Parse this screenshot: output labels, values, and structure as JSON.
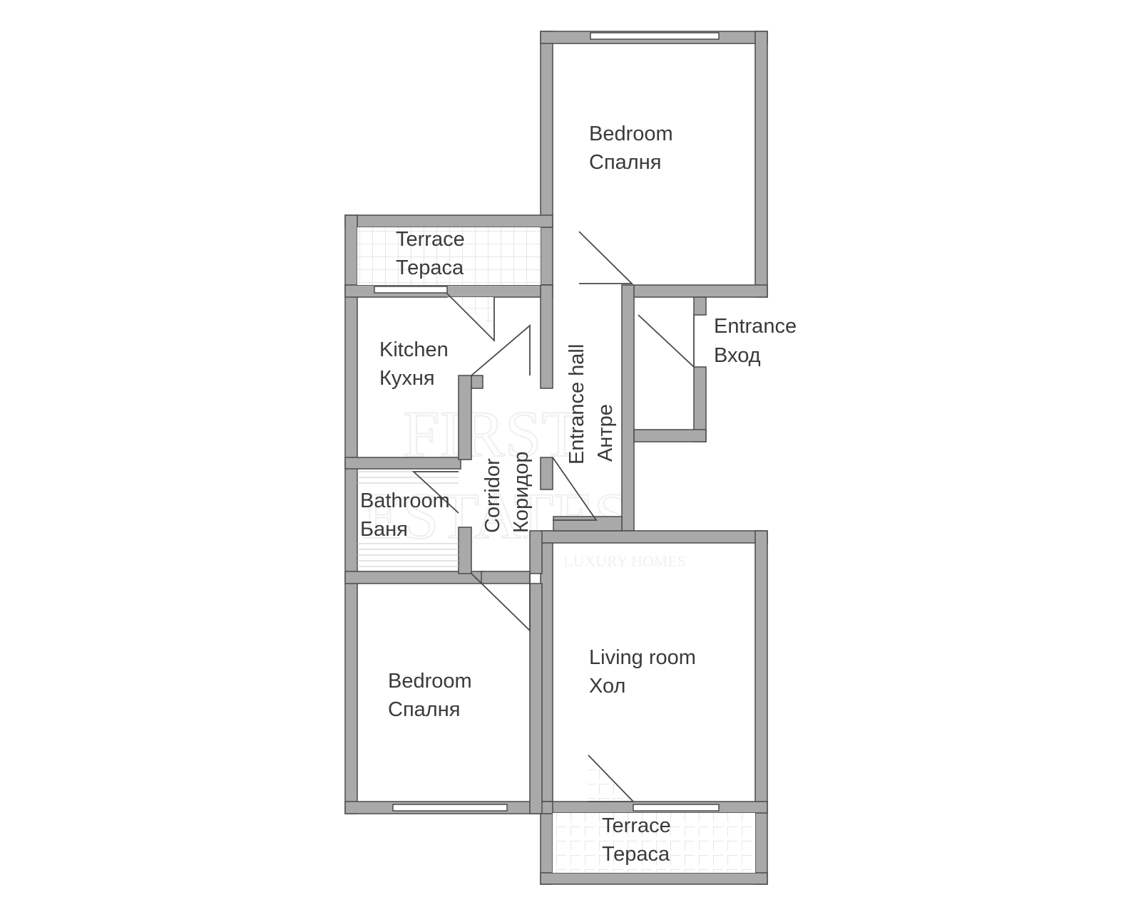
{
  "watermark": {
    "line1": "FIRST",
    "line2": "ESTATES",
    "line3": "LUXURY HOMES"
  },
  "rooms": {
    "bedroom_top": {
      "en": "Bedroom",
      "bg": "Спалня"
    },
    "terrace_top": {
      "en": "Terrace",
      "bg": "Тераса"
    },
    "kitchen": {
      "en": "Kitchen",
      "bg": "Кухня"
    },
    "bathroom": {
      "en": "Bathroom",
      "bg": "Баня"
    },
    "corridor": {
      "en": "Corridor",
      "bg": "Коридор"
    },
    "entrance_hall": {
      "en": "Entrance hall",
      "bg": "Антре"
    },
    "entrance": {
      "en": "Entrance",
      "bg": "Вход"
    },
    "bedroom_bottom": {
      "en": "Bedroom",
      "bg": "Спалня"
    },
    "living_room": {
      "en": "Living room",
      "bg": "Хол"
    },
    "terrace_bottom": {
      "en": "Terrace",
      "bg": "Тераса"
    }
  },
  "colors": {
    "wall": "#a9a9a9",
    "wall_outline": "#4a4a4a",
    "tile_line": "#c8c8c8",
    "text": "#3a3a3a"
  }
}
